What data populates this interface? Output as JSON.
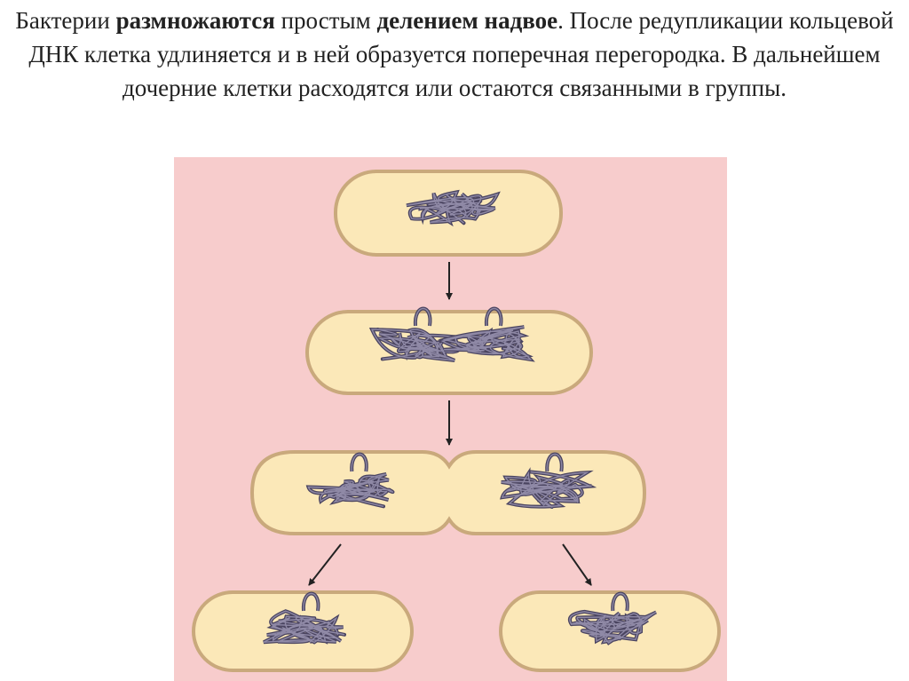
{
  "caption": {
    "parts": [
      {
        "text": "Бактерии ",
        "bold": false
      },
      {
        "text": "размножаются",
        "bold": true
      },
      {
        "text": " простым ",
        "bold": false
      },
      {
        "text": "делением надвое",
        "bold": true
      },
      {
        "text": ". После редупликации кольцевой ДНК клетка удлиняется и в ней образуется поперечная перегородка. В дальнейшем дочерние клетки расходятся или остаются связанными в группы.",
        "bold": false
      }
    ]
  },
  "colors": {
    "background": "#f7cccc",
    "cell_fill": "#fbe8b8",
    "cell_outline": "#c9a97c",
    "dna": "#4a4460",
    "dna_highlight": "#8f89a6",
    "arrow": "#222222"
  },
  "stages": [
    {
      "name": "single-cell",
      "dna_coils": 1
    },
    {
      "name": "elongated-cell",
      "dna_coils": 2
    },
    {
      "name": "dividing-cell",
      "dna_coils": 2
    },
    {
      "name": "daughter-cells",
      "dna_coils": 2
    }
  ]
}
